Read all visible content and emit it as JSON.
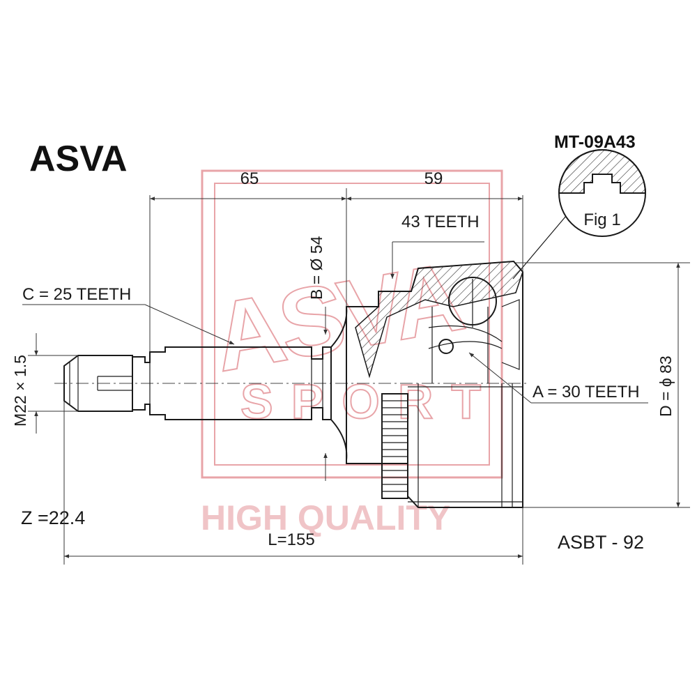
{
  "brand": "ASVA",
  "part_number": "MT-09A43",
  "fig_label": "Fig 1",
  "reference": "ASBT - 92",
  "watermark": {
    "brand_text": "ASVA",
    "sub_text": "SPORT",
    "tagline": "HIGH QUALITY",
    "color": "#e8a4a8"
  },
  "dimensions": {
    "left_length": "65",
    "right_length": "59",
    "outer_teeth": "43 TEETH",
    "bore": "B = Ø 54",
    "shaft_teeth": "C = 25 TEETH",
    "thread": "M22 × 1.5",
    "inner_teeth": "A = 30 TEETH",
    "outer_diameter": "D = ϕ 83",
    "z_value": "Z =22.4",
    "total_length": "L=155"
  }
}
